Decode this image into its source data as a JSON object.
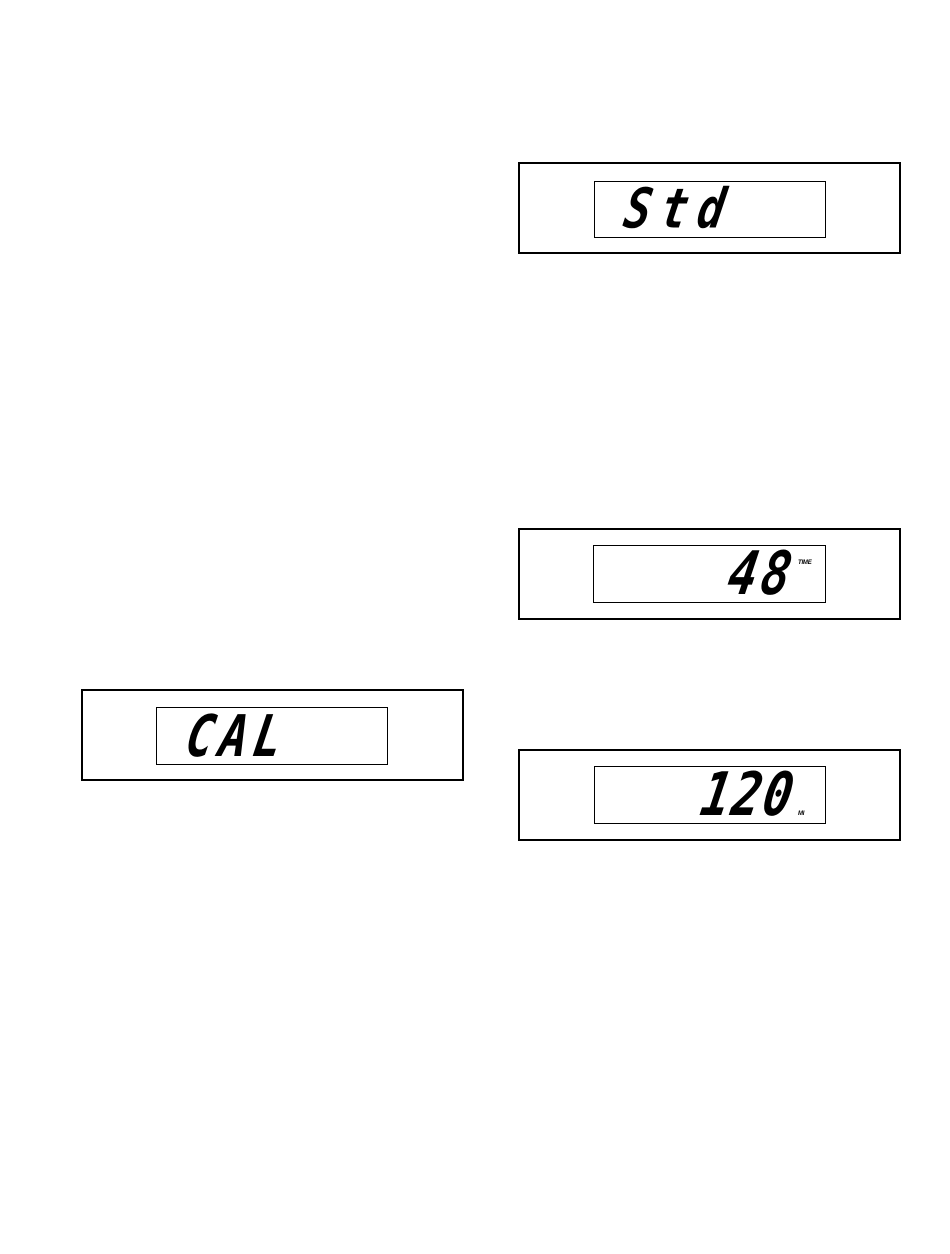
{
  "displays": {
    "std": {
      "text": "Std"
    },
    "time": {
      "text": "48",
      "unit": "TIME"
    },
    "distance": {
      "text": "120",
      "unit": "MI"
    },
    "cal": {
      "text": "CAL"
    }
  }
}
